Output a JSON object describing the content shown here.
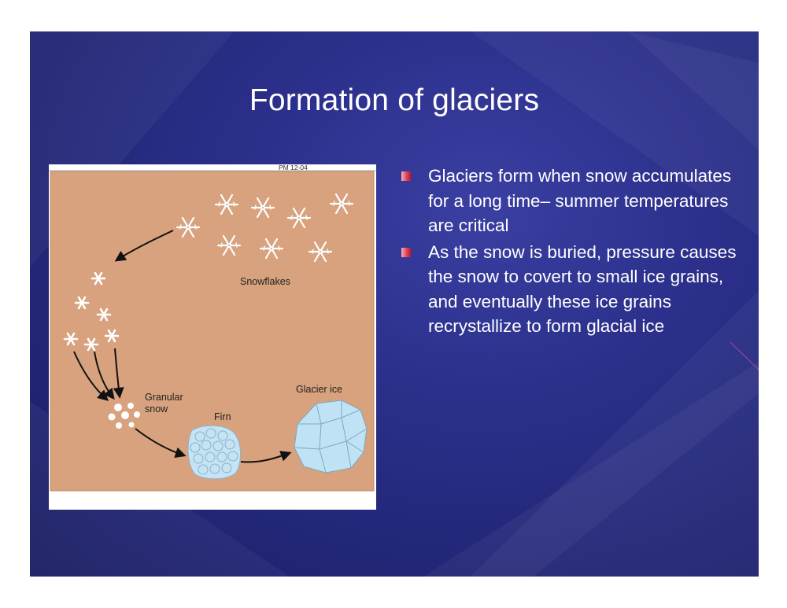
{
  "slide": {
    "title": "Formation of glaciers",
    "colors": {
      "background": "#272b80",
      "bullet_marker": "#d7283e",
      "diagram_background": "#d7a27d",
      "ice": "#bfe3f5"
    }
  },
  "figure": {
    "corner_label": "PM 12-04",
    "labels": {
      "snowflakes": "Snowflakes",
      "granular_snow_line1": "Granular",
      "granular_snow_line2": "snow",
      "firn": "Firn",
      "glacier_ice": "Glacier ice"
    }
  },
  "bullets": [
    {
      "text": "Glaciers form when snow accumulates for a long time– summer temperatures are critical"
    },
    {
      "text": "As the snow is buried, pressure causes the snow to covert to small ice grains, and eventually these ice grains recrystallize to form glacial ice"
    }
  ]
}
